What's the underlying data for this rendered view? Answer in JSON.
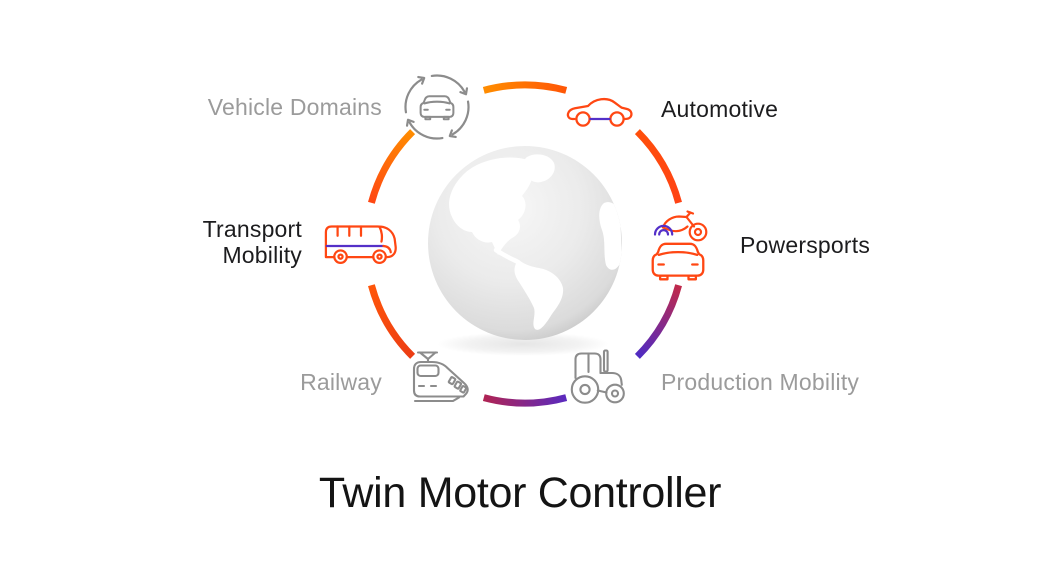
{
  "title": "Twin Motor Controller",
  "colors": {
    "ring_orange": "#FF8D00",
    "ring_red_orange": "#FF4713",
    "ring_crimson": "#C1294A",
    "ring_purple": "#4E2BC4",
    "icon_orange": "#FF4713",
    "icon_purple": "#5430C8",
    "icon_gray": "#8C8C8C",
    "text_black": "#1C1C1E",
    "text_gray": "#9B9B9B"
  },
  "diagram": {
    "hub_icon": "globe-icon",
    "nodes": [
      {
        "label": "Vehicle Domains",
        "icon": "car-cycle-icon",
        "emphasis": "gray"
      },
      {
        "label": "Automotive",
        "icon": "car-side-icon",
        "emphasis": "black"
      },
      {
        "label": "Powersports",
        "icon": "motorcycle-car-icon",
        "emphasis": "black"
      },
      {
        "label": "Production Mobility",
        "icon": "tractor-icon",
        "emphasis": "gray"
      },
      {
        "label": "Railway",
        "icon": "train-icon",
        "emphasis": "gray"
      },
      {
        "label": "Transport Mobility",
        "icon": "bus-icon",
        "emphasis": "black"
      }
    ]
  }
}
